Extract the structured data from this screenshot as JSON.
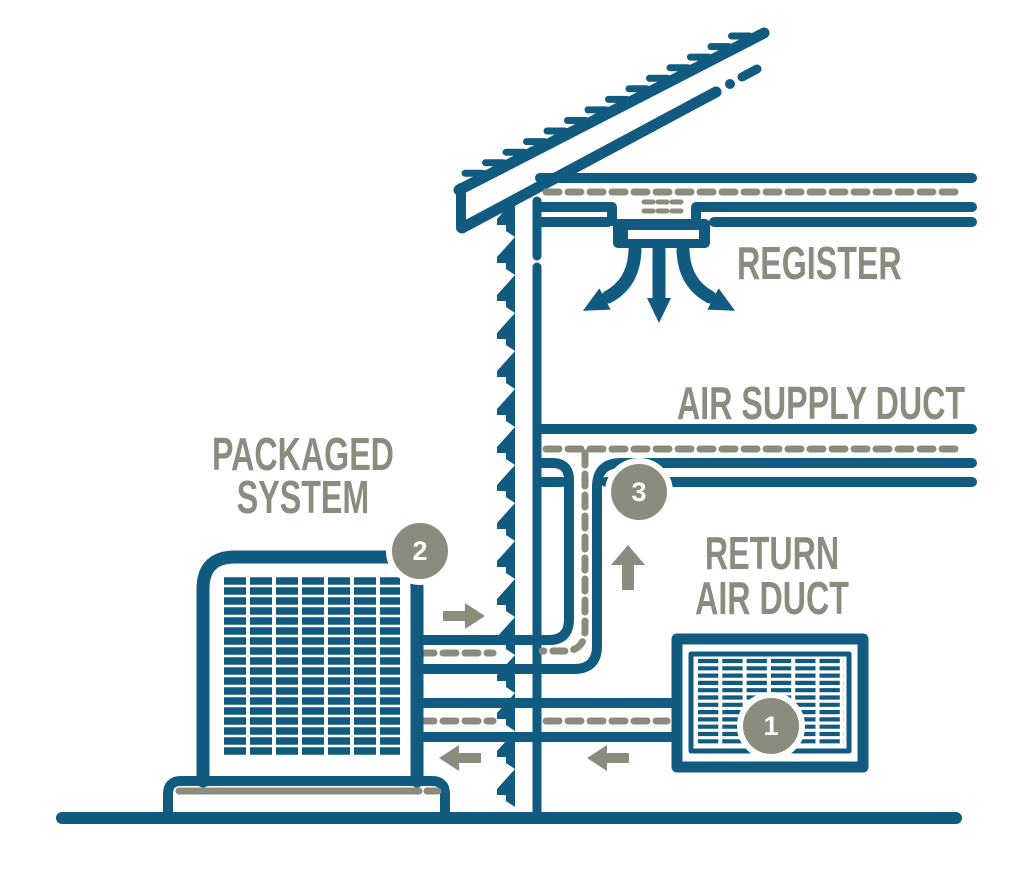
{
  "diagram": {
    "title": "Packaged System HVAC airflow diagram",
    "labels": {
      "packaged_system": [
        "PACKAGED",
        "SYSTEM"
      ],
      "register": "REGISTER",
      "air_supply_duct": "AIR SUPPLY DUCT",
      "return_air_duct": [
        "RETURN",
        "AIR DUCT"
      ]
    },
    "markers": [
      {
        "number": "1"
      },
      {
        "number": "2"
      },
      {
        "number": "3"
      }
    ],
    "icons": [
      "register-down-left-arrow-icon",
      "register-down-arrow-icon",
      "register-down-right-arrow-icon",
      "supply-right-arrow-icon",
      "supply-up-arrow-icon",
      "return-left-arrow-icon",
      "return-left-arrow-icon"
    ]
  },
  "colors": {
    "line_blue": "#115a80",
    "accent_gray": "#8b8b7e",
    "background": "#ffffff",
    "marker_ring": "#ffffff",
    "marker_number": "#ffffff"
  }
}
